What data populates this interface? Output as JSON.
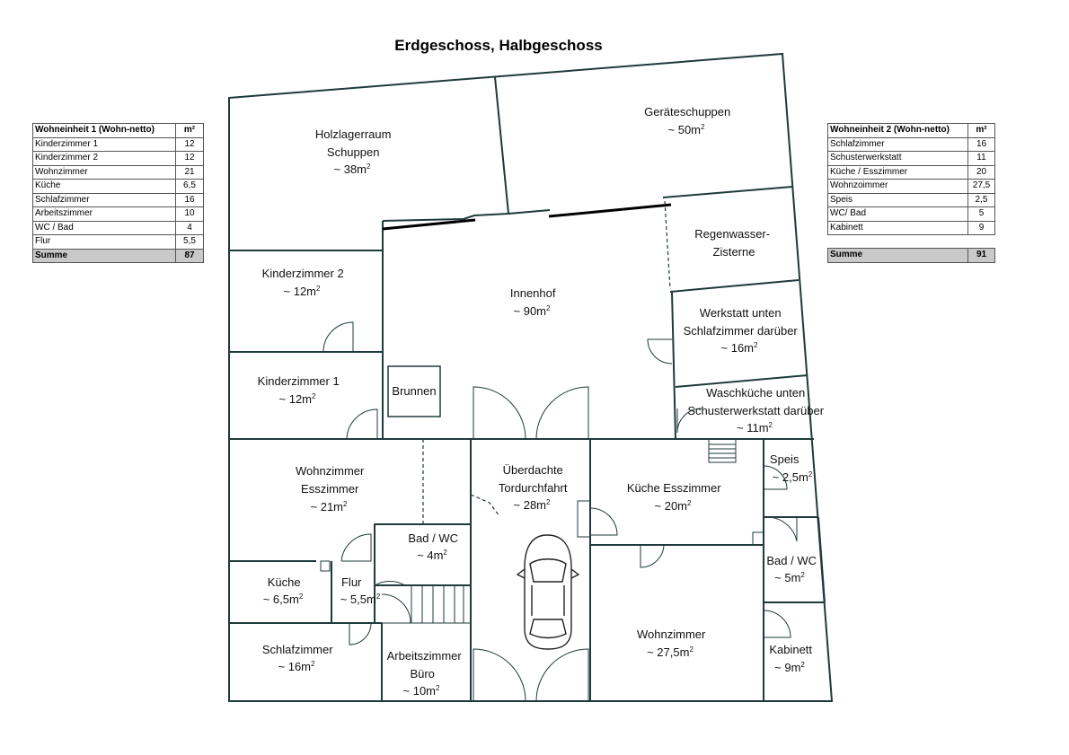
{
  "title": "Erdgeschoss, Halbgeschoss",
  "unit1": {
    "header": "Wohneinheit 1 (Wohn-netto)",
    "unit": "m²",
    "rows": [
      {
        "name": "Kinderzimmer 1",
        "value": "12"
      },
      {
        "name": "Kinderzimmer 2",
        "value": "12"
      },
      {
        "name": "Wohnzimmer",
        "value": "21"
      },
      {
        "name": "Küche",
        "value": "6,5"
      },
      {
        "name": "Schlafzimmer",
        "value": "16"
      },
      {
        "name": "Arbeitszimmer",
        "value": "10"
      },
      {
        "name": "WC / Bad",
        "value": "4"
      },
      {
        "name": "Flur",
        "value": "5,5"
      }
    ],
    "sum_label": "Summe",
    "sum_value": "87"
  },
  "unit2": {
    "header": "Wohneinheit 2 (Wohn-netto)",
    "unit": "m²",
    "rows": [
      {
        "name": "Schlafzimmer",
        "value": "16"
      },
      {
        "name": "Schusterwerkstatt",
        "value": "11"
      },
      {
        "name": "Küche / Esszimmer",
        "value": "20"
      },
      {
        "name": "Wohnzoimmer",
        "value": "27,5"
      },
      {
        "name": "Speis",
        "value": "2,5"
      },
      {
        "name": "WC/ Bad",
        "value": "5"
      },
      {
        "name": "Kabinett",
        "value": "9"
      }
    ],
    "sum_label": "Summe",
    "sum_value": "91"
  },
  "rooms": {
    "holzlager": {
      "line1": "Holzlagerraum",
      "line2": "Schuppen",
      "area": "~ 38m",
      "exp": "2"
    },
    "geraete": {
      "line1": "Geräteschuppen",
      "area": "~ 50m",
      "exp": "2"
    },
    "zisterne": {
      "line1": "Regenwasser-",
      "line2": "Zisterne"
    },
    "innenhof": {
      "line1": "Innenhof",
      "area": "~ 90m",
      "exp": "2"
    },
    "brunnen": {
      "line1": "Brunnen"
    },
    "kinder2": {
      "line1": "Kinderzimmer 2",
      "area": "~ 12m",
      "exp": "2"
    },
    "kinder1": {
      "line1": "Kinderzimmer 1",
      "area": "~ 12m",
      "exp": "2"
    },
    "werkstatt": {
      "line1": "Werkstatt unten",
      "line2": "Schlafzimmer darüber",
      "area": "~ 16m",
      "exp": "2"
    },
    "waschkueche": {
      "line1": "Waschküche unten",
      "line2": "Schusterwerkstatt darüber",
      "area": "~ 11m",
      "exp": "2"
    },
    "wohnzimmer1": {
      "line1": "Wohnzimmer",
      "line2": "Esszimmer",
      "area": "~ 21m",
      "exp": "2"
    },
    "tordurchfahrt": {
      "line1": "Überdachte",
      "line2": "Tordurchfahrt",
      "area": "~ 28m",
      "exp": "2"
    },
    "kueche_ess": {
      "line1": "Küche Esszimmer",
      "area": "~ 20m",
      "exp": "2"
    },
    "speis": {
      "line1": "Speis",
      "area": "~ 2,5m",
      "exp": "2"
    },
    "bad_wc_1": {
      "line1": "Bad / WC",
      "area": "~ 4m",
      "exp": "2"
    },
    "kueche1": {
      "line1": "Küche",
      "area": "~ 6,5m",
      "exp": "2"
    },
    "flur": {
      "line1": "Flur",
      "area": "~ 5,5m",
      "exp": "2"
    },
    "bad_wc_2": {
      "line1": "Bad / WC",
      "area": "~ 5m",
      "exp": "2"
    },
    "schlafzimmer": {
      "line1": "Schlafzimmer",
      "area": "~ 16m",
      "exp": "2"
    },
    "arbeitszimmer": {
      "line1": "Arbeitszimmer",
      "line2": "Büro",
      "area": "~ 10m",
      "exp": "2"
    },
    "wohnzimmer2": {
      "line1": "Wohnzimmer",
      "area": "~ 27,5m",
      "exp": "2"
    },
    "kabinett": {
      "line1": "Kabinett",
      "area": "~ 9m",
      "exp": "2"
    }
  },
  "colors": {
    "wall": "#1f3a3a",
    "sum_fill": "#c9c9c9"
  }
}
